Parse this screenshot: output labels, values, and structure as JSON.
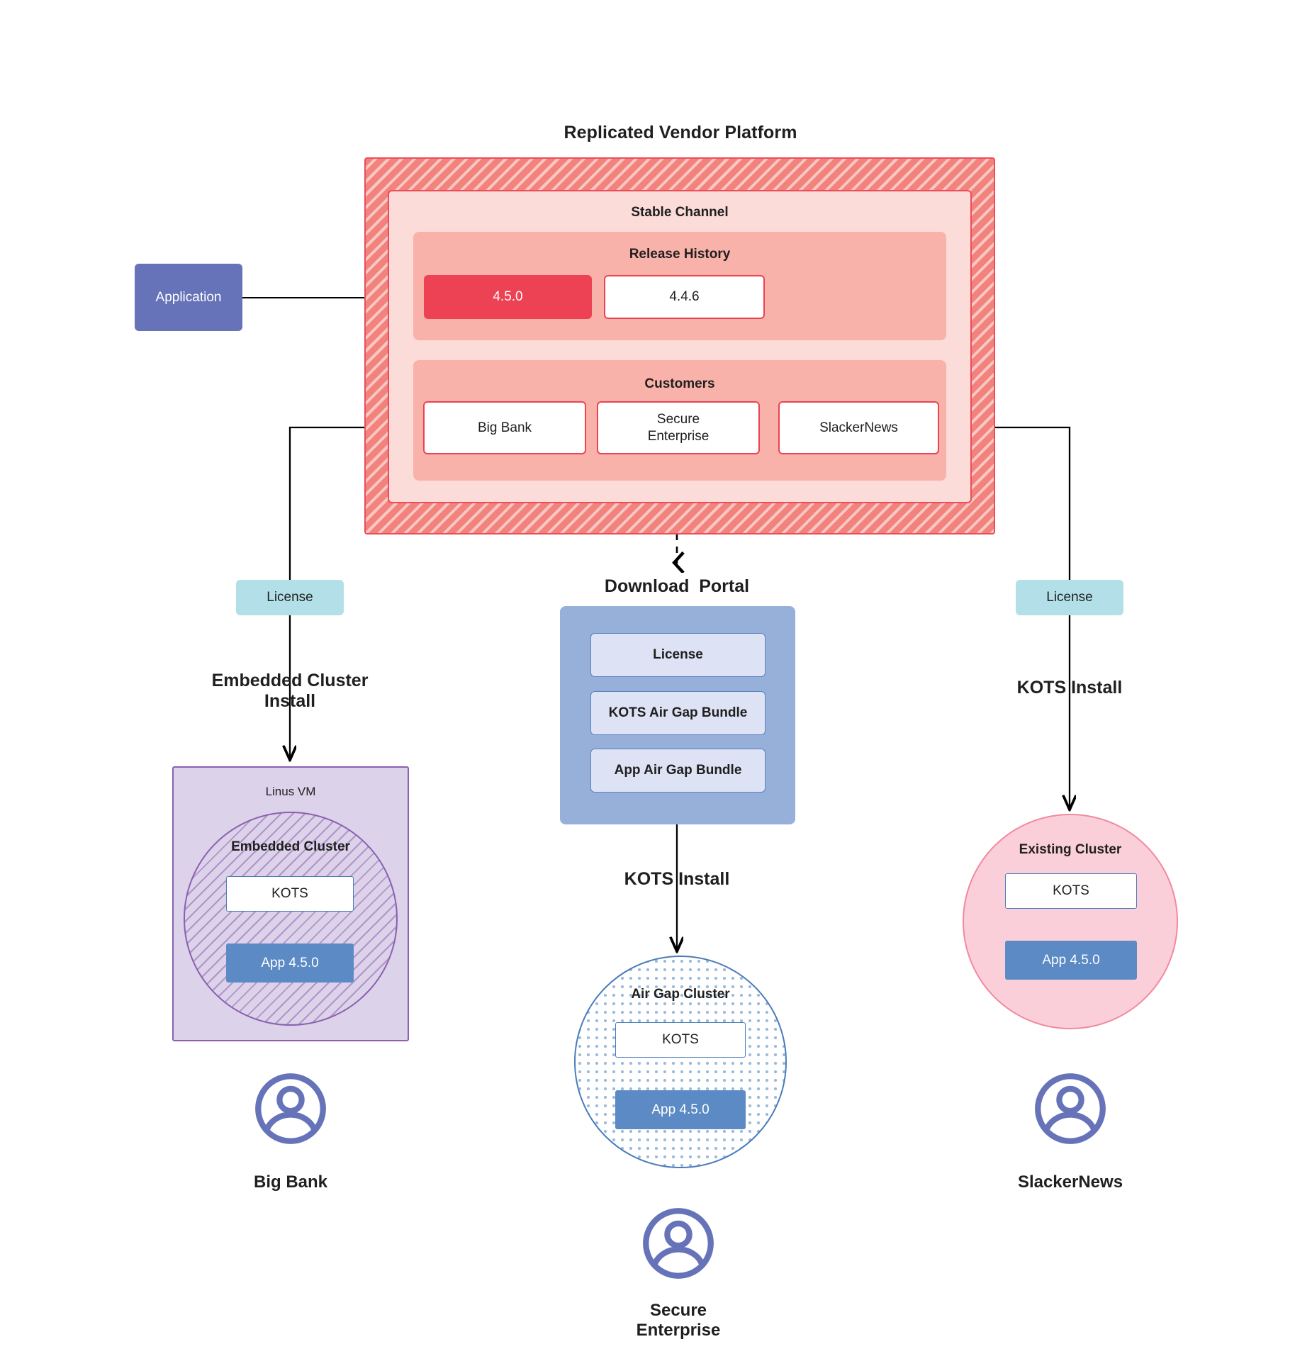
{
  "diagram": {
    "title": "Replicated Vendor Platform",
    "vendor_platform": {
      "stable_channel_label": "Stable Channel",
      "release_history": {
        "label": "Release History",
        "releases": [
          {
            "version": "4.5.0",
            "state": "active"
          },
          {
            "version": "4.4.6",
            "state": "inactive"
          }
        ]
      },
      "customers": {
        "label": "Customers",
        "items": [
          {
            "name": "Big Bank"
          },
          {
            "name": "Secure\nEnterprise"
          },
          {
            "name": "SlackerNews"
          }
        ]
      }
    },
    "application_box": {
      "label": "Application"
    },
    "download_portal": {
      "title": "Download  Portal",
      "items": [
        {
          "label": "License"
        },
        {
          "label": "KOTS Air Gap Bundle"
        },
        {
          "label": "App Air Gap Bundle"
        }
      ]
    },
    "licenses": [
      {
        "label": "License",
        "position": "left"
      },
      {
        "label": "License",
        "position": "right"
      }
    ],
    "flows": [
      {
        "label": "Embedded Cluster\nInstall",
        "position": "left"
      },
      {
        "label": "KOTS Install",
        "position": "center"
      },
      {
        "label": "KOTS Install",
        "position": "right"
      }
    ],
    "targets": {
      "left": {
        "host_label": "Linus VM",
        "cluster_label": "Embedded Cluster",
        "kots_label": "KOTS",
        "app_label": "App 4.5.0"
      },
      "center": {
        "cluster_label": "Air Gap Cluster",
        "kots_label": "KOTS",
        "app_label": "App 4.5.0"
      },
      "right": {
        "cluster_label": "Existing Cluster",
        "kots_label": "KOTS",
        "app_label": "App 4.5.0"
      }
    },
    "personas": [
      {
        "name": "Big Bank",
        "icon": "user-icon"
      },
      {
        "name": "Secure\nEnterprise",
        "icon": "user-icon"
      },
      {
        "name": "SlackerNews",
        "icon": "user-icon"
      }
    ],
    "colors": {
      "vendor_hatch": "#f2827c",
      "vendor_border": "#ef4b5b",
      "stable_channel": "#fbdcd8",
      "inner_panel": "#f9b2aa",
      "release_active": "#ec4254",
      "application": "#6673b9",
      "license": "#b3e0e8",
      "portal": "#97b0da",
      "portal_item": "#dde3f4",
      "vm": "#dcd2e9",
      "vm_border": "#8b60b0",
      "airgap_border": "#4a7cba",
      "existing_cluster": "#fbcfd9",
      "app": "#5b8ac4",
      "persona": "#6673b9"
    }
  }
}
